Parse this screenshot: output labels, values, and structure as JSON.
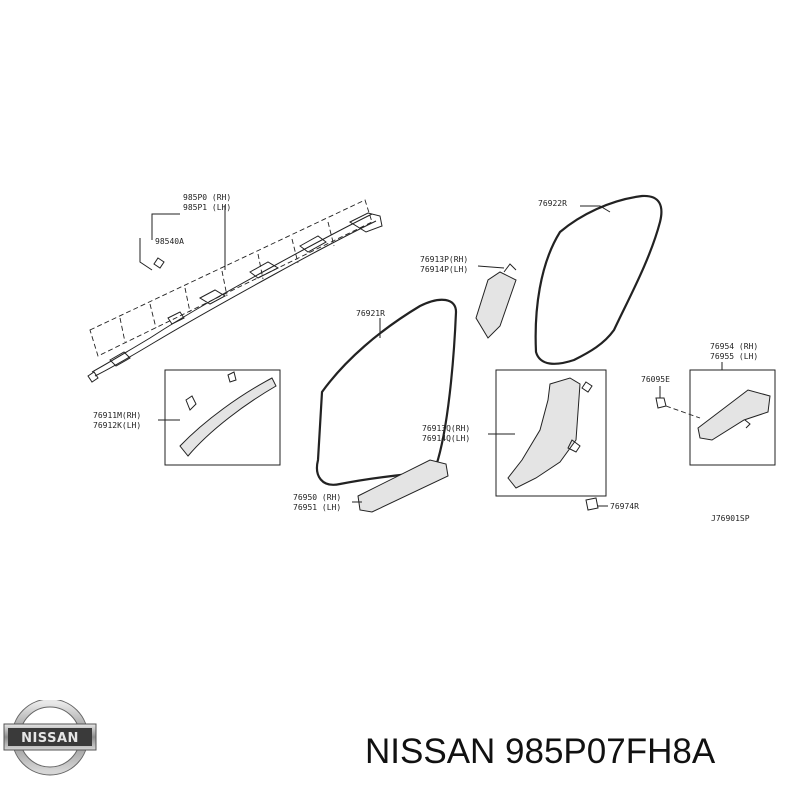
{
  "labels": {
    "airbag": [
      "985P0 (RH)",
      "985P1 (LH)"
    ],
    "airbag_clip": "98540A",
    "a_pillar_trim": [
      "76911M(RH)",
      "76912K(LH)"
    ],
    "front_weatherstrip": "76921R",
    "rear_weatherstrip": "76922R",
    "upper_b_pillar": [
      "76913P(RH)",
      "76914P(LH)"
    ],
    "lower_b_pillar": [
      "76913Q(RH)",
      "76914Q(LH)"
    ],
    "kicking_plate_front": [
      "76950 (RH)",
      "76951 (LH)"
    ],
    "kicking_plate_rear": [
      "76954 (RH)",
      "76955 (LH)"
    ],
    "clip_a": "76095E",
    "clip_b": "76974R",
    "drawing_code": "J76901SP"
  },
  "logo": {
    "text": "NISSAN"
  },
  "footer": {
    "title": "NISSAN 985P07FH8A"
  },
  "colors": {
    "ink": "#222222",
    "shade": "#e4e4e4"
  }
}
